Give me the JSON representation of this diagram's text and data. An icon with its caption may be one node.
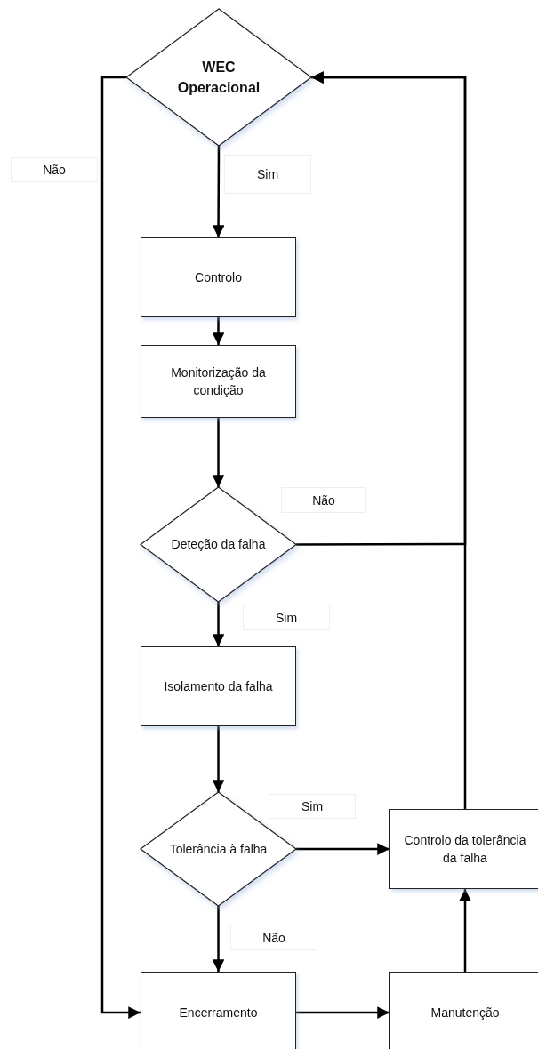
{
  "diagram": {
    "nodes": [
      {
        "text": [
          "WEC Operacional"
        ]
      },
      {
        "text": [
          "Controlo"
        ]
      },
      {
        "text": [
          "Monitorização da condição"
        ]
      },
      {
        "text": [
          "Deteção da falha"
        ]
      },
      {
        "text": [
          "Isolamento da falha"
        ]
      },
      {
        "text": [
          "Tolerância à falha"
        ]
      },
      {
        "text": [
          "Controlo da tolerância da falha"
        ]
      },
      {
        "text": [
          "Encerramento"
        ]
      },
      {
        "text": [
          "Manutenção"
        ]
      }
    ],
    "edges": [
      {
        "from": 0,
        "to": 1,
        "arrow": "to",
        "label": "Sim"
      },
      {
        "from": 0,
        "to": 7,
        "arrow": "to",
        "label": "Não"
      },
      {
        "from": 1,
        "to": 2,
        "arrow": "to"
      },
      {
        "from": 2,
        "to": 3,
        "arrow": "to"
      },
      {
        "from": 3,
        "to": 4,
        "arrow": "to",
        "label": "Sim"
      },
      {
        "from": 3,
        "to": 0,
        "arrow": "to",
        "label": "Não"
      },
      {
        "from": 4,
        "to": 5,
        "arrow": "to"
      },
      {
        "from": 5,
        "to": 6,
        "arrow": "to",
        "label": "Sim"
      },
      {
        "from": 5,
        "to": 7,
        "arrow": "to",
        "label": "Não"
      },
      {
        "from": 6,
        "to": 0,
        "arrow": "to"
      },
      {
        "from": 7,
        "to": 8,
        "arrow": "to"
      },
      {
        "from": 8,
        "to": 6,
        "arrow": "to"
      }
    ]
  }
}
